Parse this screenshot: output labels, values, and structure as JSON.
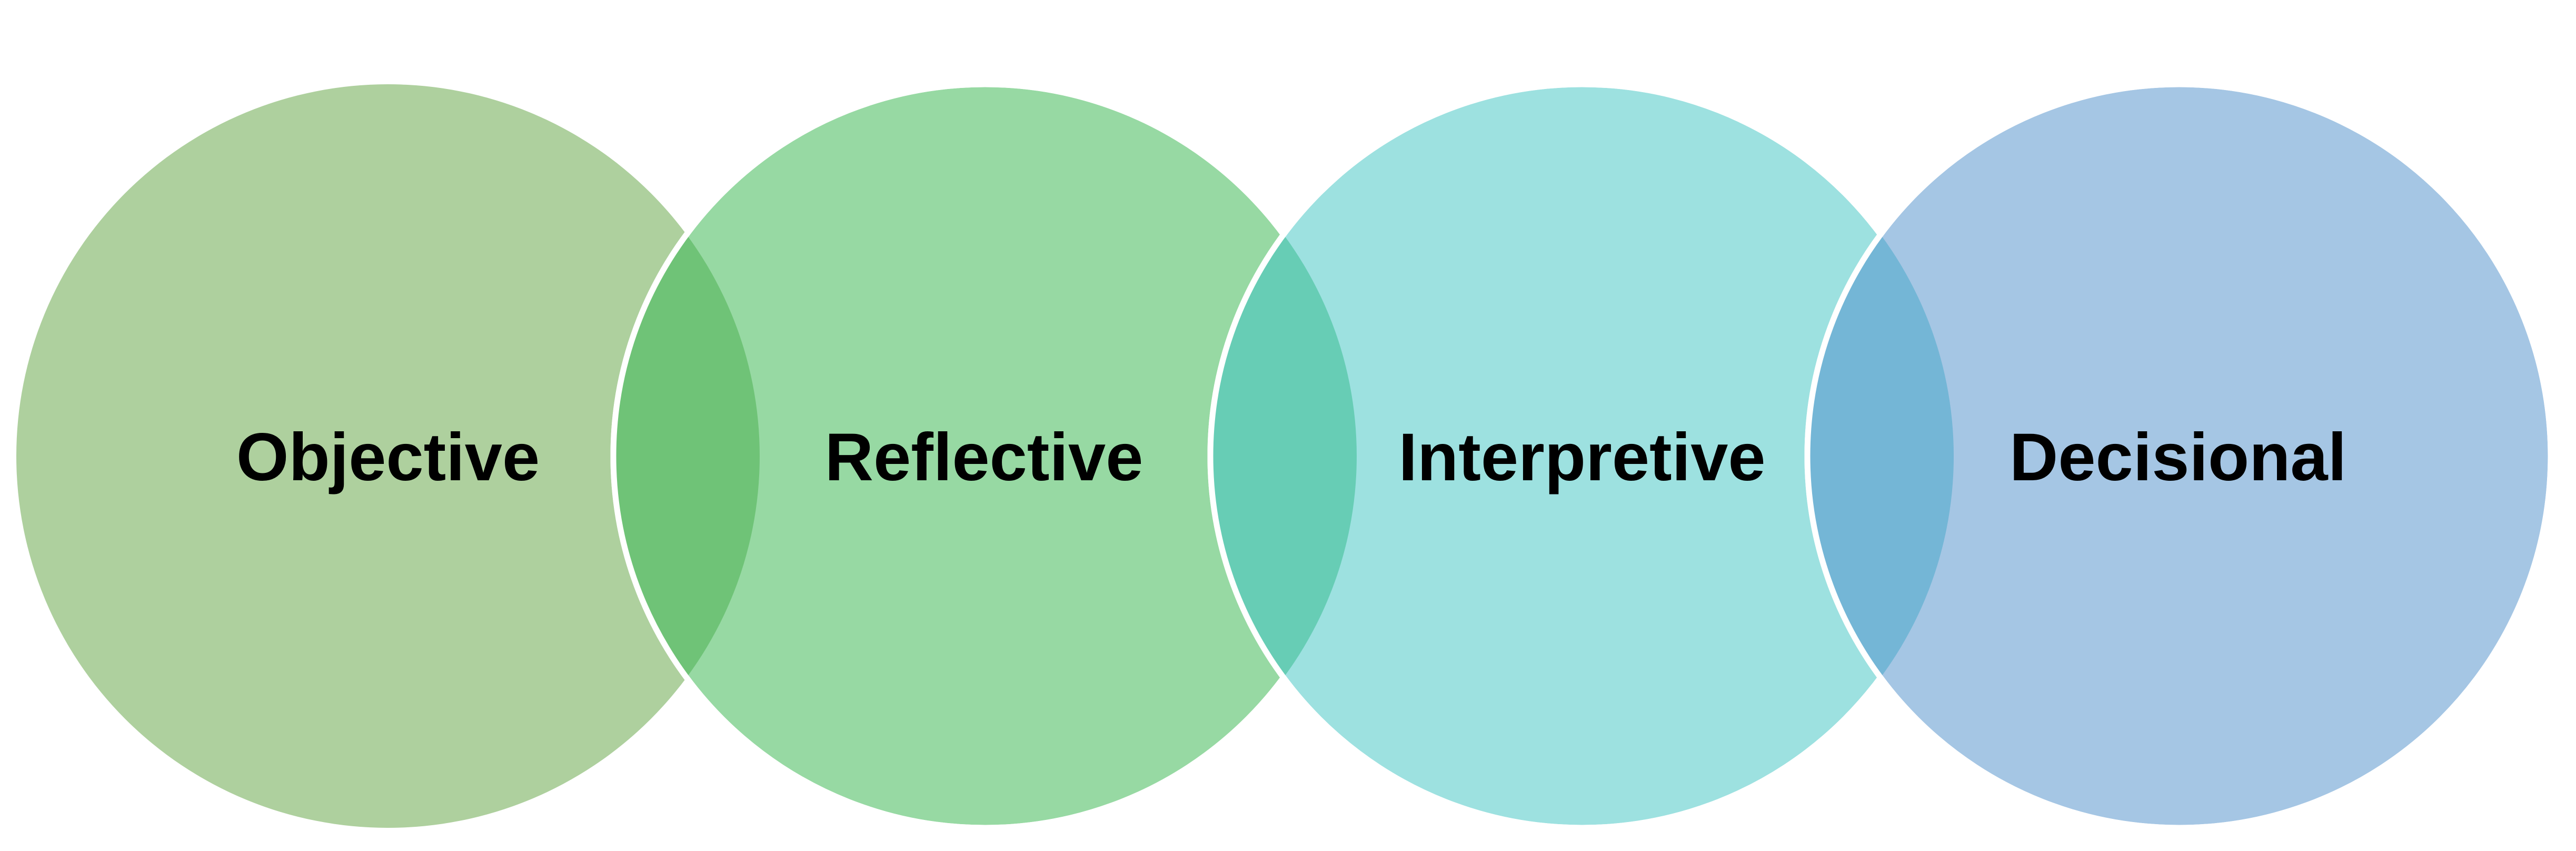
{
  "stages": [
    {
      "label": "Objective",
      "color": "#AED09E"
    },
    {
      "label": "Reflective",
      "color": "#97D9A3"
    },
    {
      "label": "Interpretive",
      "color": "#9DE1E0"
    },
    {
      "label": "Decisional",
      "color": "#A5C6E4"
    }
  ],
  "overlaps": [
    "#6FC377",
    "#67CDB5",
    "#74B6D6"
  ]
}
